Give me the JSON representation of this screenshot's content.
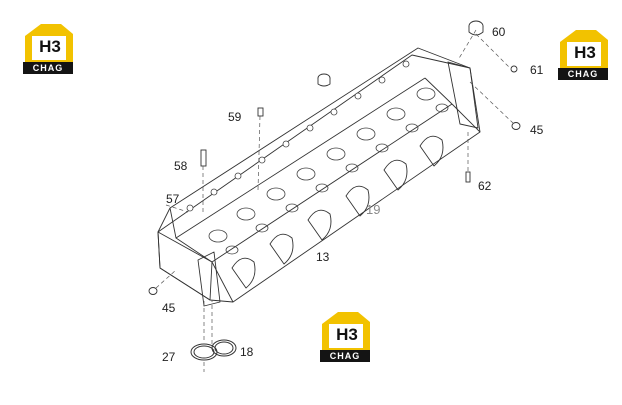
{
  "logo": {
    "letters": "H3",
    "plate": "CHAG",
    "colors": {
      "yellow": "#f2c200",
      "black": "#141414"
    }
  },
  "callouts": [
    {
      "id": "60",
      "label": "60"
    },
    {
      "id": "61",
      "label": "61"
    },
    {
      "id": "45a",
      "label": "45"
    },
    {
      "id": "62",
      "label": "62"
    },
    {
      "id": "59",
      "label": "59"
    },
    {
      "id": "58",
      "label": "58"
    },
    {
      "id": "57",
      "label": "57"
    },
    {
      "id": "19",
      "label": "19"
    },
    {
      "id": "13",
      "label": "13"
    },
    {
      "id": "45b",
      "label": "45"
    },
    {
      "id": "27",
      "label": "27"
    },
    {
      "id": "18",
      "label": "18"
    }
  ]
}
